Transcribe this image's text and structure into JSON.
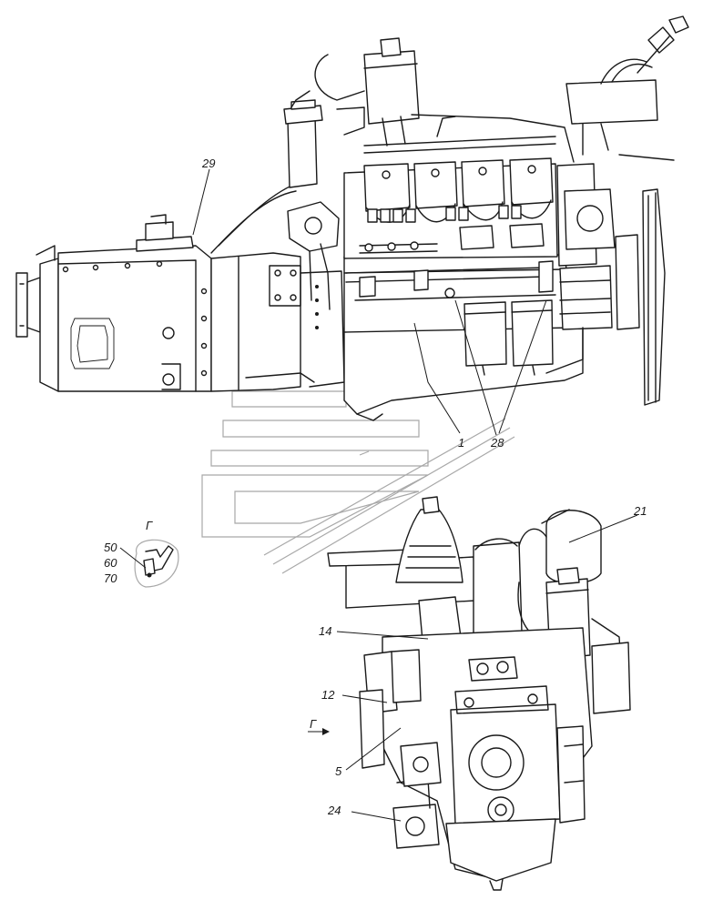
{
  "callouts": {
    "c29": "29",
    "c1": "1",
    "c28": "28",
    "c21": "21",
    "c14": "14",
    "c12": "12",
    "c5": "5",
    "c24": "24",
    "c50": "50",
    "c60": "60",
    "c70": "70"
  },
  "view_labels": {
    "detail_g": "Г",
    "arrow_g": "Г"
  }
}
